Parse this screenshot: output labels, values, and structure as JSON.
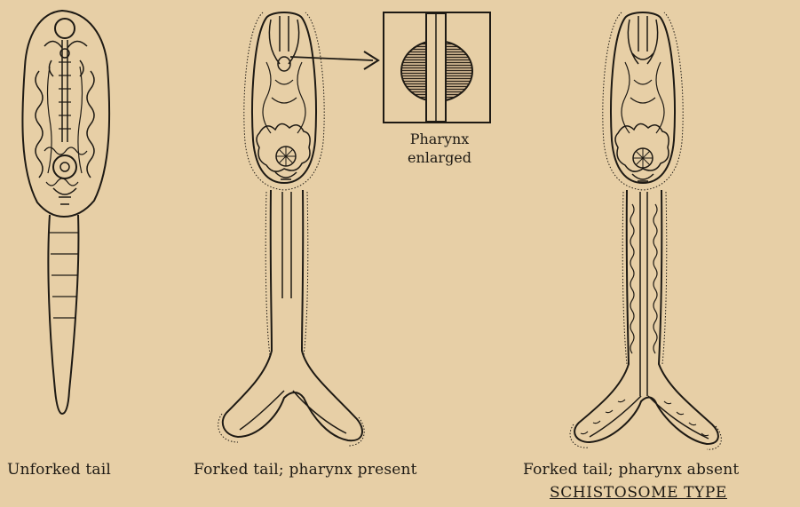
{
  "labels": {
    "unforked": "Unforked tail",
    "forked_present": "Forked tail; pharynx present",
    "forked_absent": "Forked tail; pharynx absent",
    "schistosome": "SCHISTOSOME TYPE",
    "inset_line1": "Pharynx",
    "inset_line2": "enlarged"
  },
  "colors": {
    "background": "#e7cfa6",
    "ink": "#1e1a14"
  }
}
